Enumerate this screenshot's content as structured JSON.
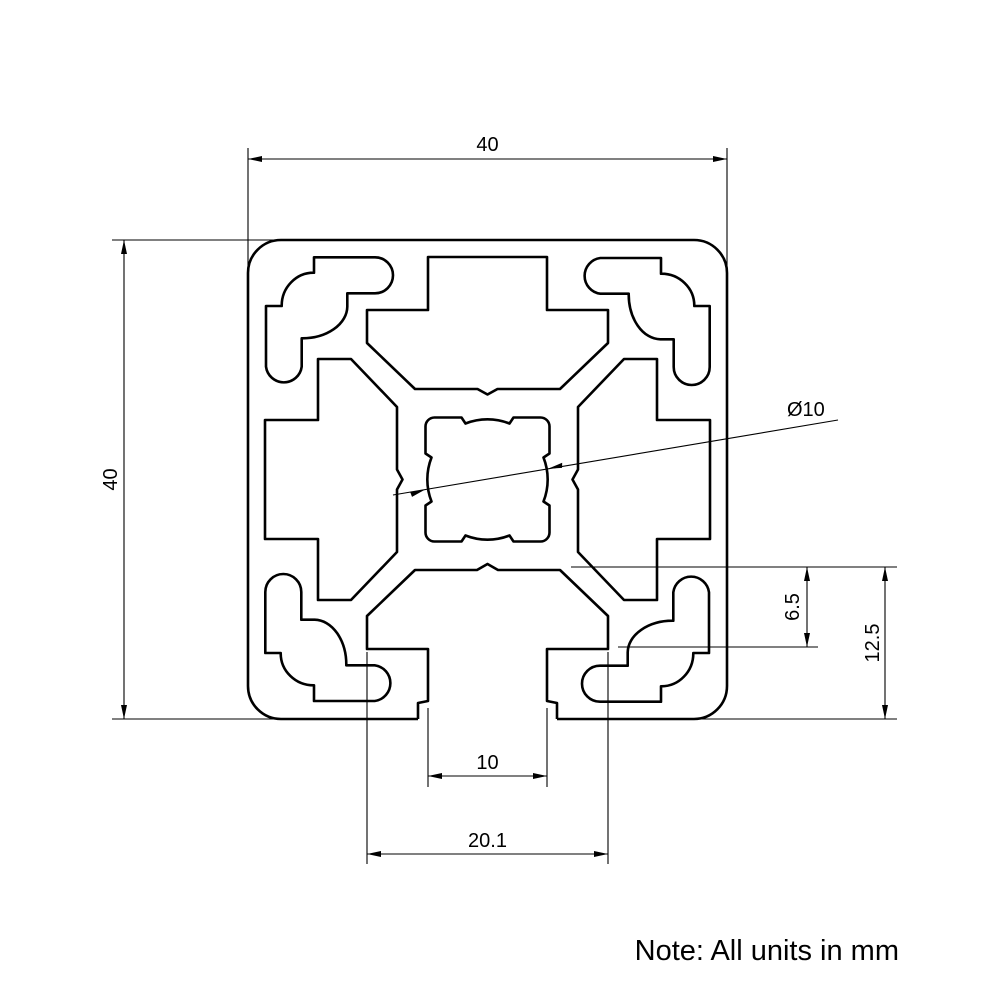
{
  "drawing": {
    "title": "40x40 aluminium extrusion profile cross-section",
    "dimensions": {
      "overall_width": "40",
      "overall_height": "40",
      "center_bore": "Ø10",
      "slot_opening": "10",
      "slot_inner_width": "20.1",
      "slot_depth_a": "6.5",
      "slot_depth_b": "12.5"
    },
    "note": "Note: All units in mm"
  }
}
